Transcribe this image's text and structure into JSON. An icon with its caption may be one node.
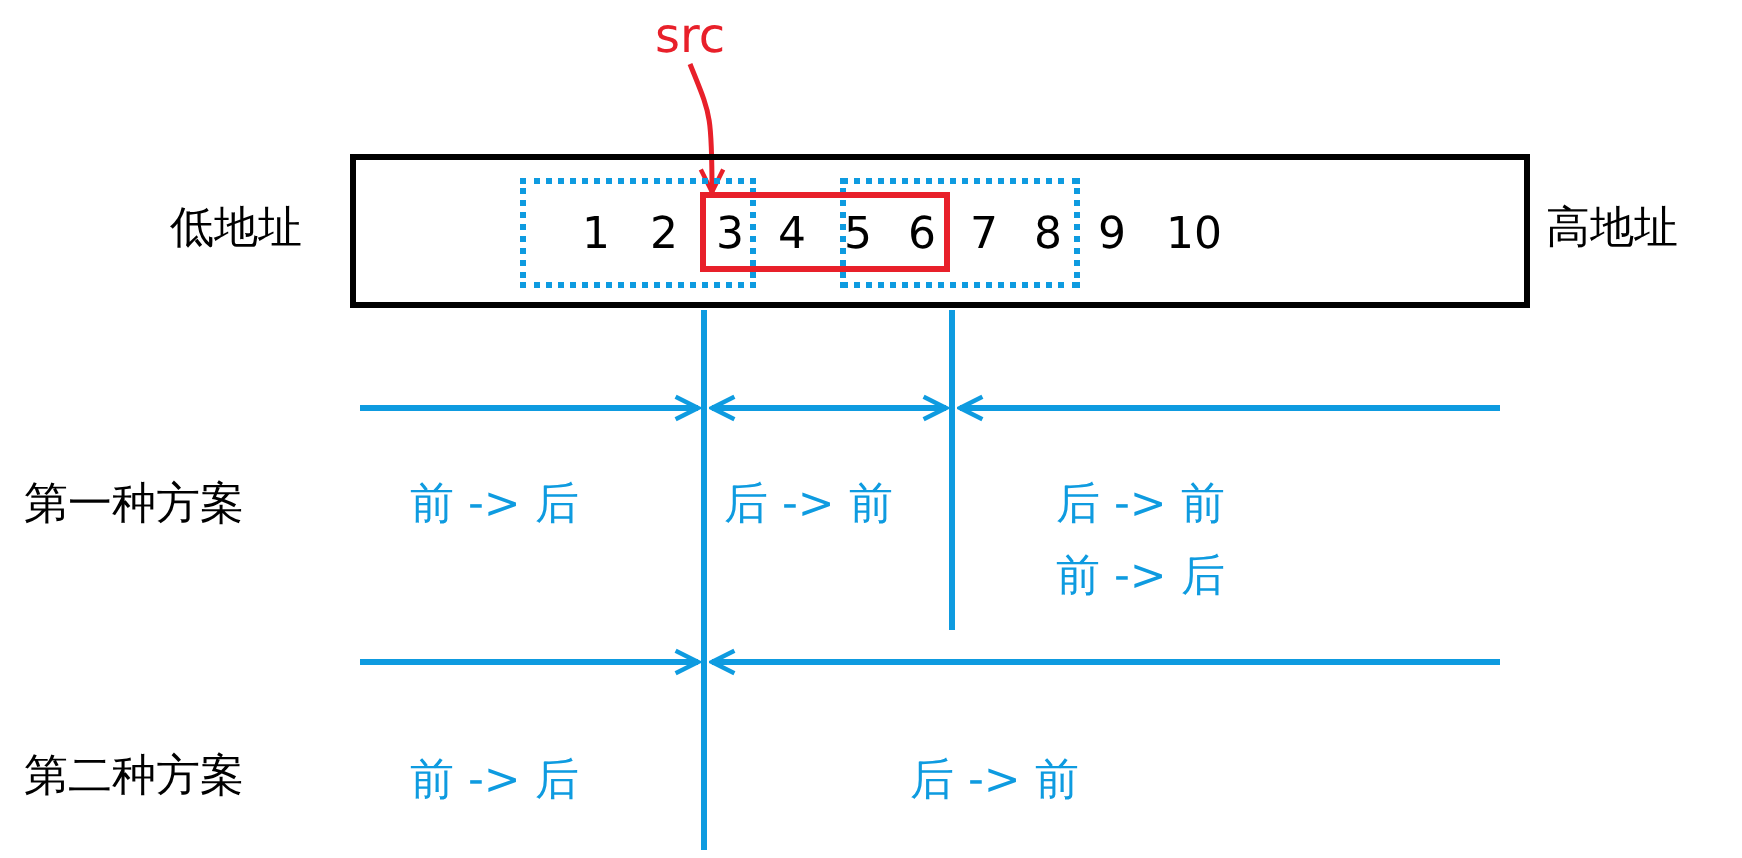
{
  "diagram": {
    "nodes": [
      {
        "text": [],
        "shape": "box",
        "beside": [
          "低地址",
          "高地址"
        ]
      },
      {
        "text": [],
        "shape": "box",
        "in": 0
      },
      {
        "text": [],
        "shape": "box",
        "in": 0
      },
      {
        "text": [],
        "shape": "box",
        "in": 0
      },
      {
        "text": [
          "src"
        ]
      }
    ],
    "edges": [
      {
        "from": 4,
        "to": 3,
        "arrow": "to",
        "color": "#e8202a"
      }
    ],
    "labels": [
      "1",
      "2",
      "3",
      "4",
      "5",
      "6",
      "7",
      "8",
      "9",
      "10",
      "第一种方案",
      "前 -> 后",
      "后 -> 前",
      "后 -> 前",
      "前 -> 后",
      "第二种方案",
      "前 -> 后",
      "后 -> 前"
    ]
  }
}
